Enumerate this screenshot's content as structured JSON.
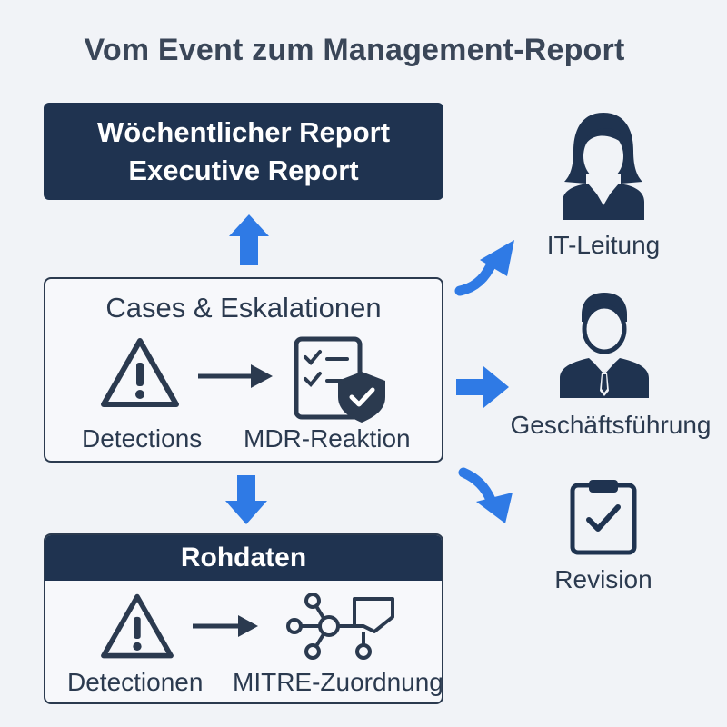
{
  "title": "Vom Event zum Management-Report",
  "report": {
    "line1": "Wöchentlicher Report",
    "line2": "Executive Report"
  },
  "cases": {
    "title": "Cases & Eskalationen",
    "left_label": "Detections",
    "right_label": "MDR-Reaktion",
    "left_icon": "warning-icon",
    "right_icon": "checklist-shield-icon"
  },
  "raw": {
    "title": "Rohdaten",
    "left_label": "Detectionen",
    "right_label": "MITRE-Zuordnung",
    "left_icon": "warning-icon",
    "right_icon": "network-icon"
  },
  "audiences": [
    {
      "label": "IT-Leitung",
      "icon": "woman-icon"
    },
    {
      "label": "Geschäftsführung",
      "icon": "businessman-icon"
    },
    {
      "label": "Revision",
      "icon": "clipboard-check-icon"
    }
  ],
  "colors": {
    "navy": "#1f3350",
    "text": "#2b3a4f",
    "arrow_blue": "#2f7ae5",
    "background": "#f1f3f7"
  }
}
